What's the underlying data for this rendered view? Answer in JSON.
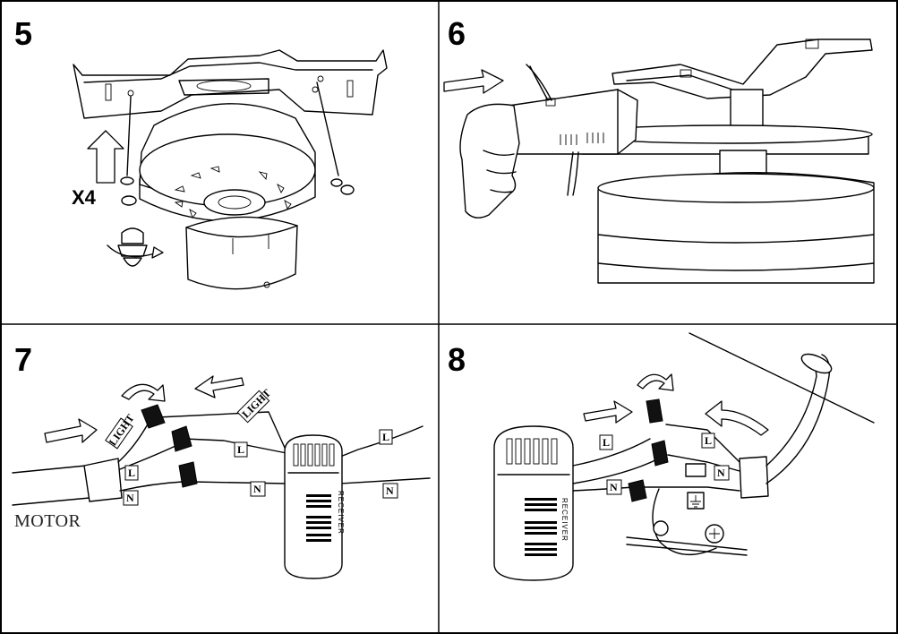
{
  "panels": [
    {
      "step": "5",
      "label": "X4"
    },
    {
      "step": "6"
    },
    {
      "step": "7",
      "motor_label": "MOTOR",
      "receiver_label": "RECEIVER",
      "tags": [
        "LIGHT",
        "LIGHT",
        "L",
        "L",
        "L",
        "N",
        "N",
        "N"
      ]
    },
    {
      "step": "8",
      "receiver_label": "RECEIVER",
      "tags": [
        "L",
        "L",
        "N",
        "N"
      ]
    }
  ]
}
